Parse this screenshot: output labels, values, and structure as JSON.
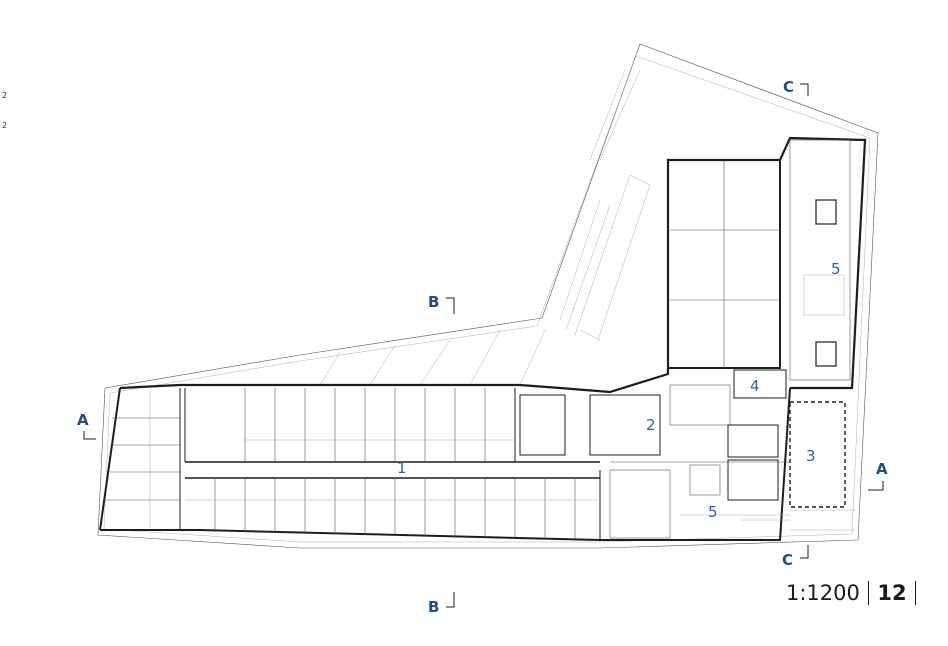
{
  "section_markers": {
    "a_left": "A",
    "a_right": "A",
    "b_top": "B",
    "b_bottom": "B",
    "c_top": "C",
    "c_bottom": "C"
  },
  "room_labels": [
    "1",
    "2",
    "3",
    "4",
    "5",
    "5"
  ],
  "edge_fragments": [
    "2",
    "2"
  ],
  "scale_text": "1:1200",
  "page_number": "12",
  "colors": {
    "accent": "#2b62a8",
    "line": "#1d1d1b"
  }
}
